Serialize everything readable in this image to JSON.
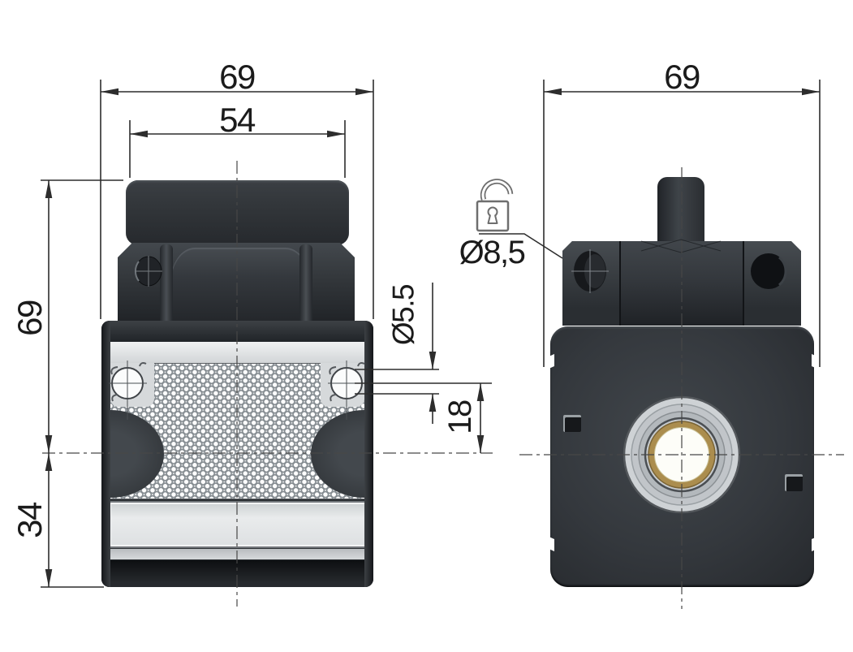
{
  "drawing": {
    "type": "technical-dimension-drawing",
    "views": {
      "front": "front-view",
      "side": "side-view"
    },
    "dims": {
      "front_total_width": "69",
      "front_cap_width": "54",
      "front_upper_height": "69",
      "front_lower_height": "34",
      "mount_hole_diameter": "Ø5.5",
      "hole_to_center": "18",
      "side_total_width": "69",
      "lock_shackle_diameter": "Ø8,5"
    },
    "icons": {
      "padlock": "open-padlock-icon"
    },
    "colors": {
      "background": "#ffffff",
      "line": "#2d2d2d",
      "body_dark": "#33373c",
      "panel_gray": "#d6d9db",
      "brass": "#ab8d4e"
    }
  }
}
